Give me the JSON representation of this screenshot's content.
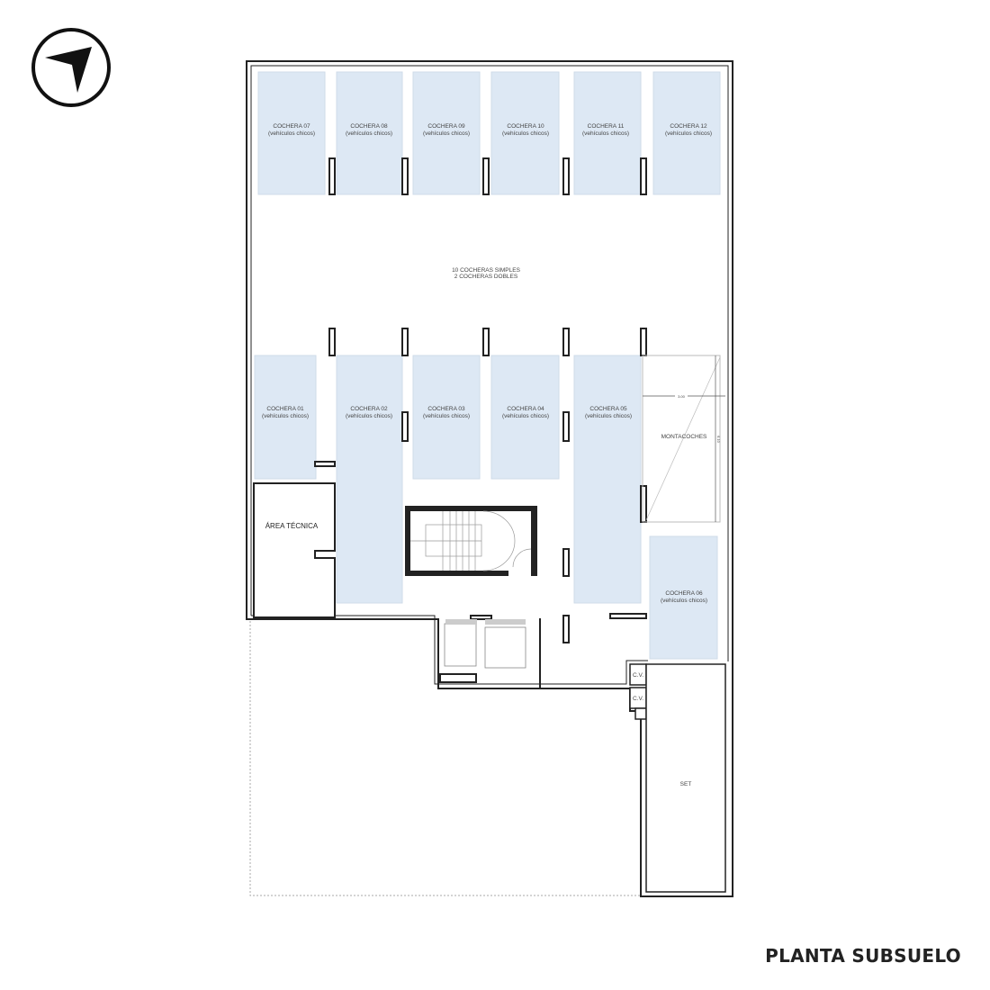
{
  "plan": {
    "title": "PLANTA SUBSUELO",
    "summary_line1": "10 COCHERAS SIMPLES",
    "summary_line2": "2 COCHERAS DOBLES",
    "spot_subtitle": "(vehículos chicos)",
    "spots": [
      {
        "label": "COCHERA 07"
      },
      {
        "label": "COCHERA 08"
      },
      {
        "label": "COCHERA 09"
      },
      {
        "label": "COCHERA 10"
      },
      {
        "label": "COCHERA 11"
      },
      {
        "label": "COCHERA 12"
      },
      {
        "label": "COCHERA 01"
      },
      {
        "label": "COCHERA 02"
      },
      {
        "label": "COCHERA 03"
      },
      {
        "label": "COCHERA 04"
      },
      {
        "label": "COCHERA 05"
      },
      {
        "label": "COCHERA 06"
      }
    ],
    "rooms": {
      "montacoches": "MONTACOCHES",
      "montacoches_width": "3.00",
      "montacoches_length": "6.10",
      "area_tecnica": "ÁREA TÉCNICA",
      "cv1": "C.V.",
      "cv2": "C.V.",
      "set": "SET"
    },
    "compass_icon": "north-arrow-icon",
    "colors": {
      "spot_fill": "#dde8f4",
      "wall": "#222222"
    }
  }
}
